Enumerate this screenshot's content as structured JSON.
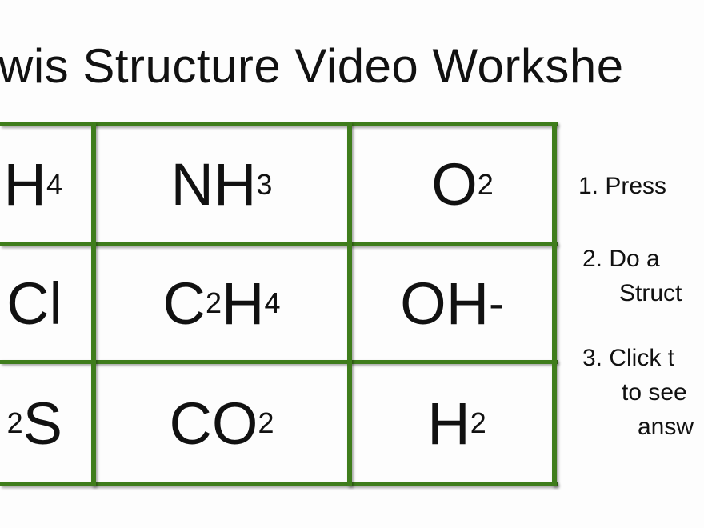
{
  "title": "wis Structure Video Workshe",
  "grid_color": "#3f7d1c",
  "cells": [
    [
      {
        "main": "H",
        "sub": "4"
      },
      {
        "main": "NH",
        "sub": "3"
      },
      {
        "main": "O",
        "sub": "2"
      }
    ],
    [
      {
        "main": "Cl"
      },
      {
        "a": "C",
        "sub1": "2",
        "b": "H",
        "sub2": "4"
      },
      {
        "main": "OH",
        "sup": "-"
      }
    ],
    [
      {
        "pre": "2",
        "main": "S"
      },
      {
        "main": "CO",
        "sub": "2"
      },
      {
        "main": "H",
        "sub": "2"
      }
    ]
  ],
  "instructions": {
    "step1": "1. Press",
    "step2_line1": "2. Do a",
    "step2_line2": "Struct",
    "step3_line1": "3. Click t",
    "step3_line2": "to see",
    "step3_line3": "answ"
  }
}
